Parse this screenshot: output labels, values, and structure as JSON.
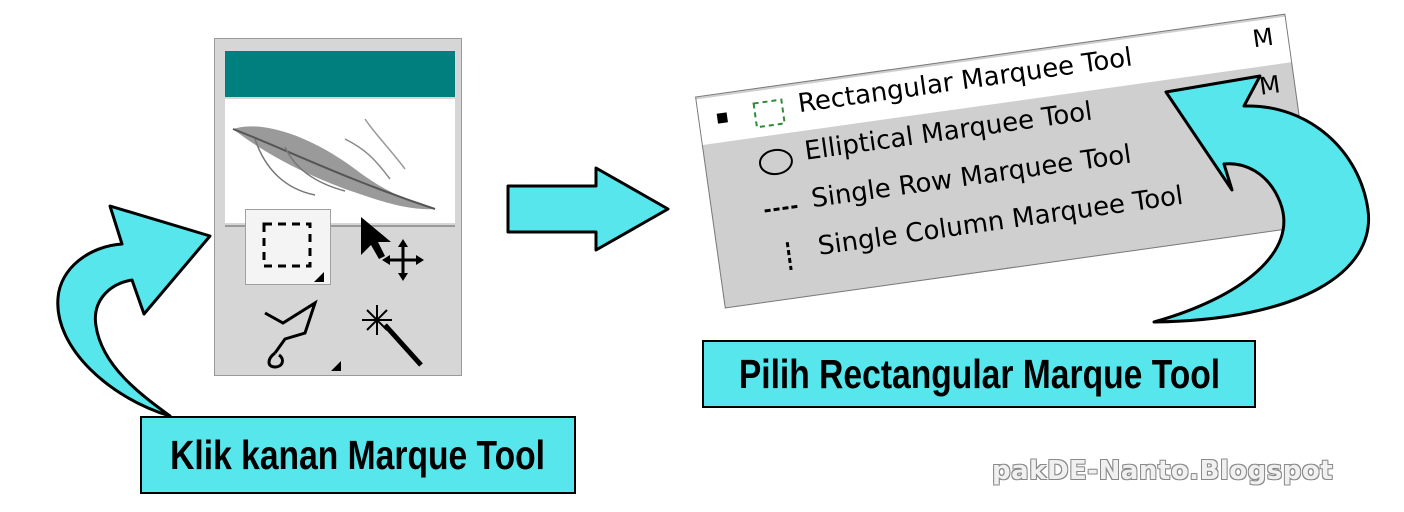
{
  "toolbox": {
    "header_color": "#007f7f",
    "logo_icon": "feather-icon",
    "tools": [
      {
        "name": "Rectangular Marquee Tool",
        "icon": "marquee-rect-icon",
        "selected": true
      },
      {
        "name": "Move Tool",
        "icon": "move-icon"
      },
      {
        "name": "Polygonal Lasso Tool",
        "icon": "lasso-icon"
      },
      {
        "name": "Magic Wand Tool",
        "icon": "magic-wand-icon"
      }
    ]
  },
  "menu": {
    "items": [
      {
        "label": "Rectangular Marquee Tool",
        "shortcut": "M",
        "icon": "marquee-rect-icon",
        "selected": true
      },
      {
        "label": "Elliptical Marquee Tool",
        "shortcut": "M",
        "icon": "marquee-ellipse-icon"
      },
      {
        "label": "Single Row Marquee Tool",
        "shortcut": "",
        "icon": "marquee-row-icon"
      },
      {
        "label": "Single Column Marquee Tool",
        "shortcut": "",
        "icon": "marquee-column-icon"
      }
    ]
  },
  "captions": {
    "left": "Klik kanan Marque Tool",
    "right": "Pilih Rectangular Marque Tool"
  },
  "watermark": "pakDE-Nanto.Blogspot",
  "colors": {
    "accent": "#57e6ec",
    "toolbox_header": "#007f7f",
    "panel_gray": "#d6d6d6"
  }
}
